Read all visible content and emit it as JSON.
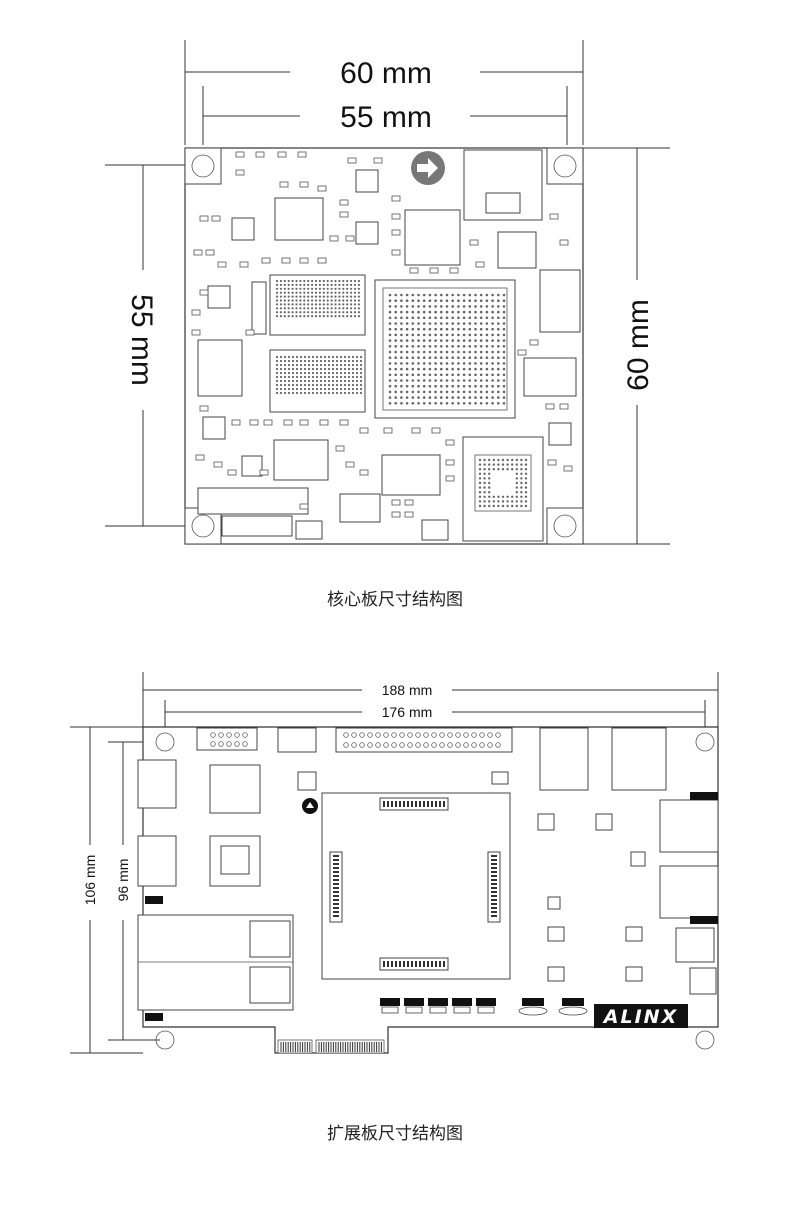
{
  "core_board": {
    "width_outer": "60 mm",
    "width_inner": "55 mm",
    "height_left": "55 mm",
    "height_right": "60 mm",
    "caption": "核心板尺寸结构图"
  },
  "expansion_board": {
    "width_outer": "188 mm",
    "width_inner": "176 mm",
    "height_outer": "106 mm",
    "height_inner": "96 mm",
    "logo": "ALINX",
    "caption": "扩展板尺寸结构图"
  }
}
